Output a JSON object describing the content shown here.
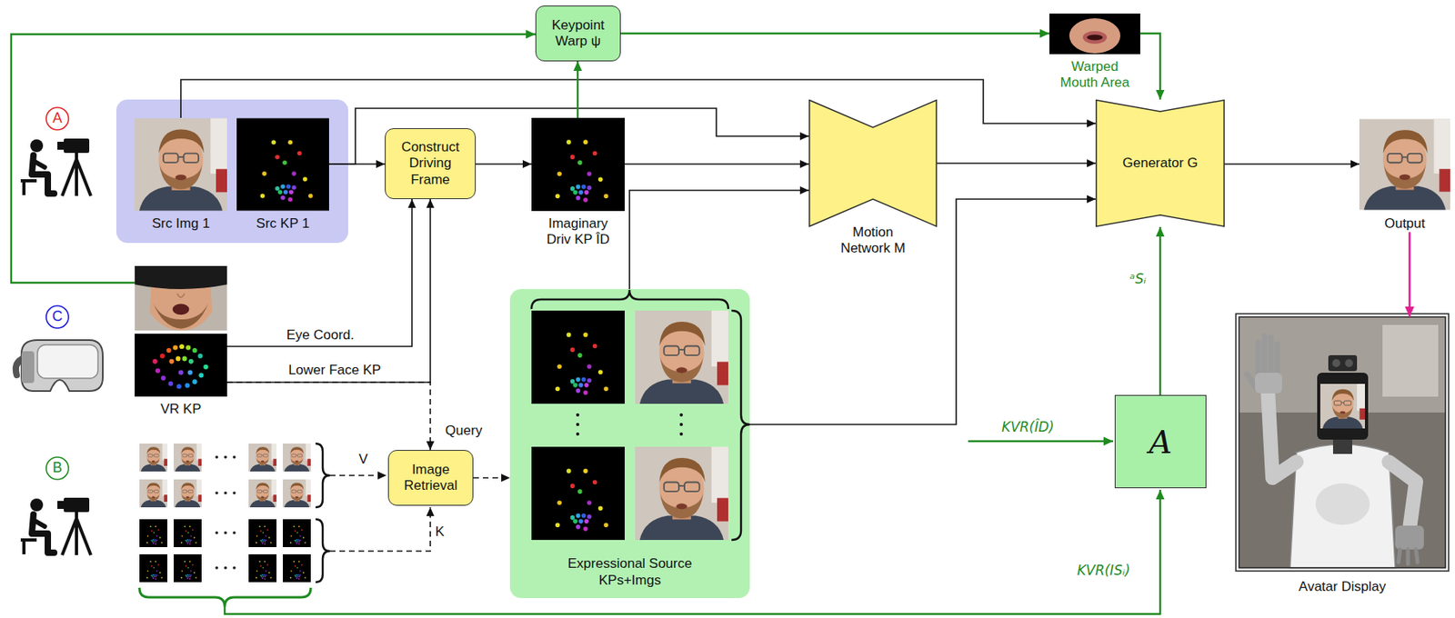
{
  "diagram": {
    "nodes": [
      {
        "text": [
          "Src Img 1"
        ]
      },
      {
        "text": [
          "Src KP 1"
        ]
      },
      {
        "text": [
          "Keypoint Warp ψ"
        ]
      },
      {
        "text": [
          "Construct Driving Frame"
        ]
      },
      {
        "text": [
          "Imaginary Driv KP ÎD"
        ]
      },
      {
        "text": [
          "Warped Mouth Area"
        ]
      },
      {
        "text": [
          "Motion Network M"
        ]
      },
      {
        "text": [
          "Generator G"
        ]
      },
      {
        "text": [
          "Output"
        ]
      },
      {
        "text": [
          "VR KP"
        ]
      },
      {
        "text": [
          "Image Retrieval"
        ]
      },
      {
        "text": [
          "Expressional Source KPs+Imgs"
        ]
      },
      {
        "text": [
          "A"
        ]
      },
      {
        "text": [
          "Avatar Display"
        ]
      }
    ],
    "edges": [
      {
        "from": 0,
        "to": 7,
        "arrow": "to"
      },
      {
        "from": 1,
        "to": 3,
        "arrow": "to"
      },
      {
        "from": 1,
        "to": 6,
        "arrow": "to"
      },
      {
        "from": 3,
        "to": 4,
        "arrow": "to"
      },
      {
        "from": 4,
        "to": 2,
        "arrow": "to"
      },
      {
        "from": 4,
        "to": 6,
        "arrow": "to"
      },
      {
        "from": 2,
        "to": 5,
        "arrow": "to"
      },
      {
        "from": 5,
        "to": 7,
        "arrow": "to"
      },
      {
        "from": 6,
        "to": 7,
        "arrow": "to"
      },
      {
        "from": 7,
        "to": 8,
        "arrow": "to"
      },
      {
        "from": 8,
        "to": 13,
        "arrow": "to"
      },
      {
        "from": 9,
        "to": 2,
        "arrow": "to"
      },
      {
        "from": 9,
        "to": 3,
        "label": "Eye Coord.",
        "arrow": "to"
      },
      {
        "from": 9,
        "to": 3,
        "label": "Lower Face KP",
        "arrow": "to"
      },
      {
        "from": 9,
        "to": 10,
        "label": "Query",
        "arrow": "to"
      },
      {
        "from": 10,
        "to": 11,
        "arrow": "to"
      },
      {
        "from": 11,
        "to": 6,
        "arrow": "to"
      },
      {
        "from": 11,
        "to": 7,
        "arrow": "to"
      },
      {
        "from": 12,
        "to": 7,
        "label": "ᵃSᵢ",
        "arrow": "to"
      }
    ],
    "labels": [
      "A",
      "C",
      "B",
      "V",
      "K",
      "KVR(ÎD)",
      "KVR(ISᵢ)"
    ]
  }
}
